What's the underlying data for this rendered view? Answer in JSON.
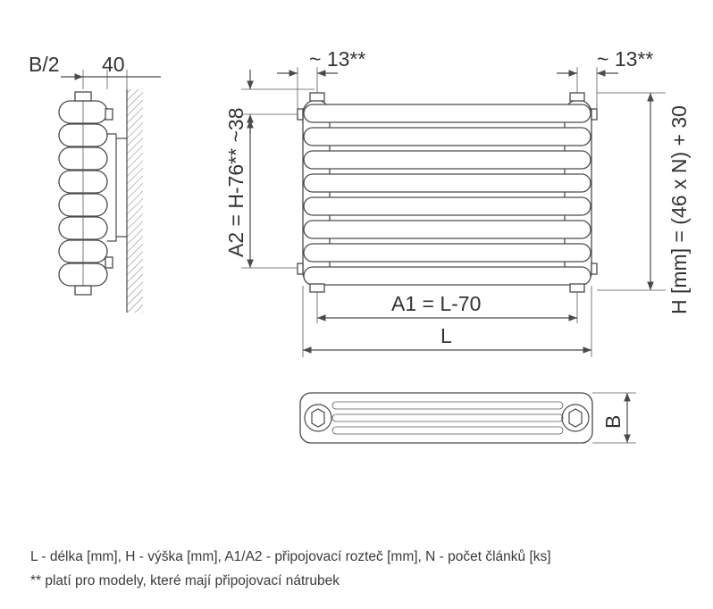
{
  "labels": {
    "side_half_depth": "B/2",
    "side_gap": "40",
    "front_left_offset": "~ 13**",
    "front_right_offset": "~ 13**",
    "a2": "A2 = H-76** ~38",
    "h": "H [mm] = (46 x N) + 30",
    "a1": "A1 = L-70",
    "l": "L",
    "b": "B"
  },
  "legend": {
    "line1": "L - délka [mm], H - výška [mm], A1/A2 - připojovací rozteč [mm], N - počet článků [ks]",
    "line2": "** platí pro modely, které mají připojovací nátrubek"
  }
}
